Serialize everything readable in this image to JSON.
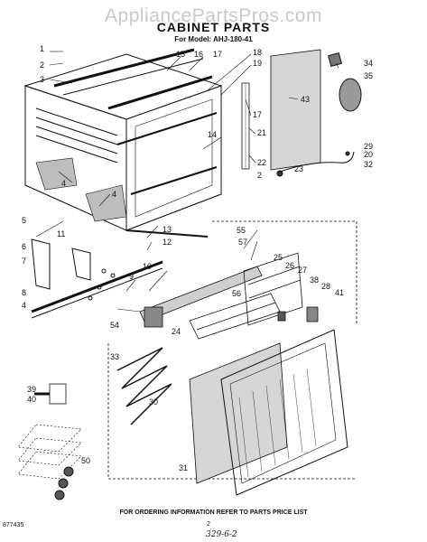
{
  "watermark": "AppliancePartsPros.com",
  "title": "CABINET PARTS",
  "model_line": "For Model: AHJ-180-41",
  "footer_note": "FOR ORDERING INFORMATION REFER TO PARTS PRICE LIST",
  "page_number": "2",
  "left_code": "877435",
  "handwritten_note": "329-6-2",
  "callouts": [
    "1",
    "2",
    "3",
    "15",
    "16",
    "17",
    "18",
    "19",
    "34",
    "35",
    "43",
    "17",
    "21",
    "22",
    "2",
    "29",
    "20",
    "32",
    "23",
    "14",
    "4",
    "4",
    "5",
    "6",
    "7",
    "8",
    "4",
    "11",
    "10",
    "9",
    "13",
    "12",
    "55",
    "57",
    "25",
    "26",
    "27",
    "38",
    "28",
    "41",
    "56",
    "54",
    "24",
    "33",
    "30",
    "31",
    "39",
    "40",
    "50"
  ]
}
